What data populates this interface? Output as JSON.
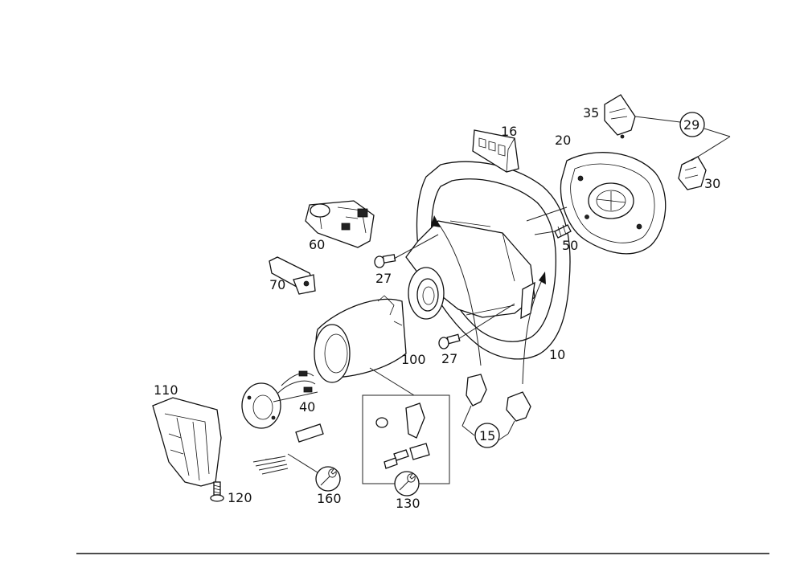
{
  "parts": [
    {
      "id": "p10",
      "label": "10"
    },
    {
      "id": "p15",
      "label": "15"
    },
    {
      "id": "p16",
      "label": "16"
    },
    {
      "id": "p20",
      "label": "20"
    },
    {
      "id": "p27a",
      "label": "27"
    },
    {
      "id": "p27b",
      "label": "27"
    },
    {
      "id": "p29",
      "label": "29"
    },
    {
      "id": "p30",
      "label": "30"
    },
    {
      "id": "p35",
      "label": "35"
    },
    {
      "id": "p40",
      "label": "40"
    },
    {
      "id": "p50",
      "label": "50"
    },
    {
      "id": "p60",
      "label": "60"
    },
    {
      "id": "p70",
      "label": "70"
    },
    {
      "id": "p100",
      "label": "100"
    },
    {
      "id": "p110",
      "label": "110"
    },
    {
      "id": "p120",
      "label": "120"
    },
    {
      "id": "p130",
      "label": "130"
    },
    {
      "id": "p160",
      "label": "160"
    }
  ]
}
